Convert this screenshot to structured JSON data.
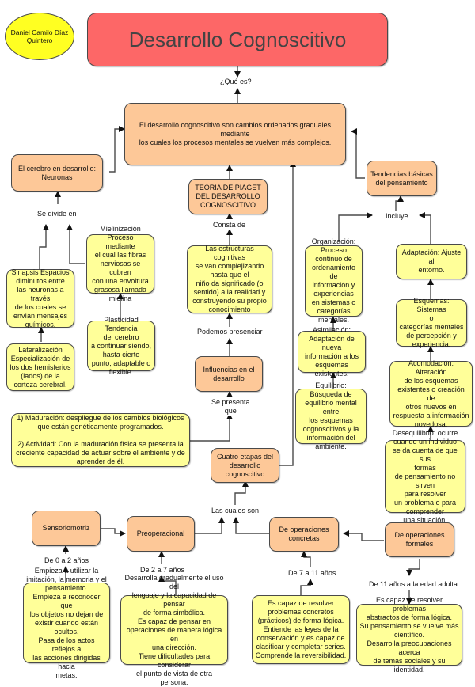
{
  "author": "Daniel Camilo Díaz\nQuintero",
  "title": "Desarrollo Cognoscitivo",
  "colors": {
    "title_fill": "#fd6767",
    "concept_fill": "#fdc898",
    "detail_fill": "#ffff99",
    "author_fill": "#ffff22",
    "line": "#4a4a4a"
  },
  "labels": {
    "que_es": "¿Qué es?",
    "se_divide_en": "Se divide en",
    "consta_de": "Consta de",
    "podemos_presenciar": "Podemos presenciar",
    "se_presenta_que": "Se presenta\nque",
    "incluye": "Incluye",
    "las_cuales_son": "Las cuales son",
    "de_0_a_2": "De 0 a 2 años",
    "de_2_a_7": "De 2 a 7 años",
    "de_7_a_11": "De 7 a 11 años",
    "de_11_adulta": "De 11 años a la edad adulta"
  },
  "nodes": {
    "definicion": "El desarrollo cognoscitivo son cambios ordenados graduales mediante\nlos cuales los procesos mentales se vuelven más complejos.",
    "cerebro": "El cerebro en desarrollo:\nNeuronas",
    "piaget": "TEORÍA DE PIAGET\nDEL DESARROLLO\nCOGNOSCITIVO",
    "tendencias": "Tendencias básicas\ndel pensamiento",
    "mielinizacion": "Mielinización Proceso\nmediante\nel cual las fibras\nnerviosas se cubren\ncon una envoltura\ngrasosa llamada\nmielina",
    "sinapsis": "Sinapsis Espacios\ndiminutos entre\nlas neuronas a través\nde los cuales se\nenvían mensajes\nquímicos.",
    "plasticidad": "Plasticidad Tendencia\ndel cerebro\na continuar siendo,\nhasta cierto\npunto, adaptable o\nflexible.",
    "lateralizacion": "Lateralización\nEspecialización de\nlos dos hemisferios\n(lados) de la\ncorteza cerebral.",
    "estructuras": "Las estructuras cognitivas\nse van complejizando\nhasta que el\nniño da significado (o\nsentido) a la realidad y\nconstruyendo su propio\nconocimiento",
    "influencias": "Influencias en el\ndesarrollo",
    "maduracion": "1) Maduración: despliegue de los cambios biológicos\nque están genéticamente programados.\n\n2) Actividad: Con la maduración física se presenta la\ncreciente capacidad de actuar sobre el ambiente y de\naprender de él.",
    "organizacion": "Organización:\nProceso continuo de\nordenamiento de\ninformación y\nexperiencias\nen sistemas o\ncategorías\nmentales.",
    "asimilacion": "Asimilación:\nAdaptación de nueva\ninformación a los\nesquemas\nexistentes.",
    "equilibrio": "Equilibrio: Búsqueda de\nequilibrio mental entre\nlos esquemas\ncognoscitivos y la\ninformación del\nambiente.",
    "adaptacion": "Adaptación: Ajuste al\nentorno.",
    "esquemas": "Esquemas: Sistemas\no\ncategorías mentales\nde percepción y\nexperiencia.",
    "acomodacion": "Acomodación: Alteración\nde los esquemas\nexistentes o creación de\notros nuevos en\nrespuesta a información\nnovedosa.",
    "desequilibrio": "Desequilibrio: ocurre\ncuando un individuo\nse da cuenta de que sus\nformas\nde pensamiento no sirven\npara resolver\nun problema o para\ncomprender\nuna situación.",
    "cuatro_etapas": "Cuatro etapas del\ndesarrollo\ncognoscitivo",
    "sensoriomotriz": "Sensoriomotriz",
    "preoperacional": "Preoperacional",
    "concretas": "De operaciones\nconcretas",
    "formales": "De operaciones\nformales",
    "sensoriomotriz_desc": "Empieza a utilizar la\nimitación, la memoria y el\npensamiento.\nEmpieza a reconocer que\nlos objetos no dejan de\nexistir cuando están\nocultos.\nPasa de los actos reflejos a\nlas acciones dirigidas hacia\nmetas.",
    "preoperacional_desc": "Desarrolla gradualmente el uso del\nlenguaje y la capacidad de pensar\nde forma simbólica.\nEs capaz de pensar en\noperaciones de manera lógica en\nuna dirección.\nTiene dificultades para considerar\nel punto de vista de otra persona.",
    "concretas_desc": "Es capaz de resolver\nproblemas concretos\n(prácticos) de forma lógica.\nEntiende las leyes de la\nconservación y es capaz de\nclasificar y completar series.\nComprende la reversibilidad.",
    "formales_desc": "Es capaz de resolver problemas\nabstractos de forma lógica.\nSu pensamiento se vuelve más\ncientífico.\nDesarrolla preocupaciones acerca\nde temas sociales y su identidad."
  }
}
